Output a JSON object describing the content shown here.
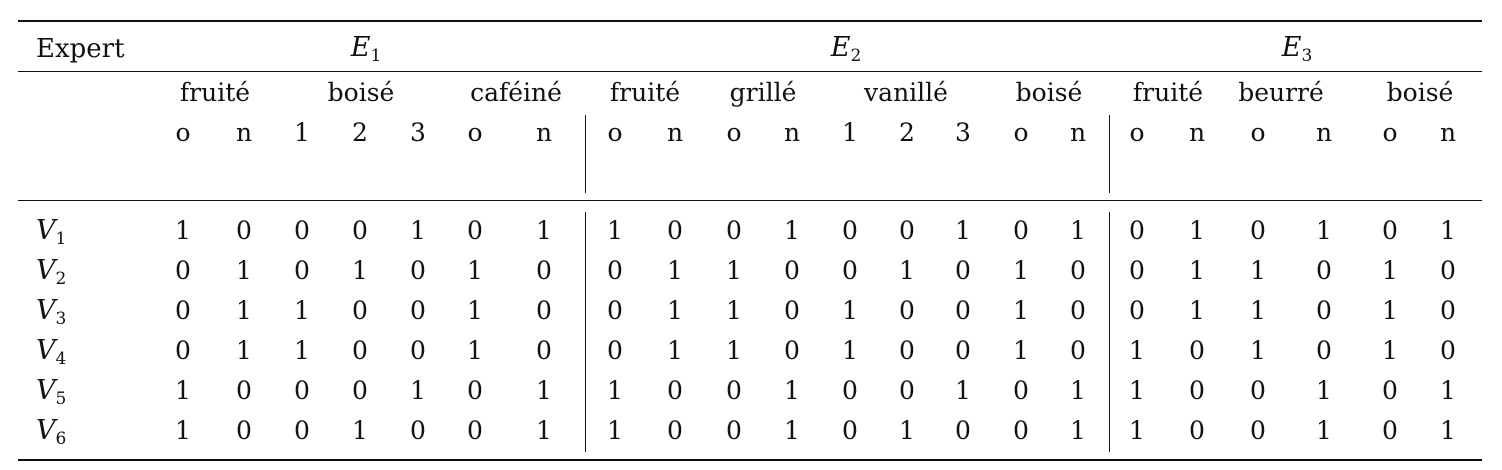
{
  "header": {
    "expert_label": "Expert",
    "experts": [
      {
        "name": "E",
        "sub": "1"
      },
      {
        "name": "E",
        "sub": "2"
      },
      {
        "name": "E",
        "sub": "3"
      }
    ],
    "attributes": [
      "fruité",
      "boisé",
      "caféiné",
      "fruité",
      "grillé",
      "vanillé",
      "boisé",
      "fruité",
      "beurré",
      "boisé"
    ],
    "levels": [
      "o",
      "n",
      "1",
      "2",
      "3",
      "o",
      "n",
      "o",
      "n",
      "o",
      "n",
      "1",
      "2",
      "3",
      "o",
      "n",
      "o",
      "n",
      "o",
      "n",
      "o",
      "n"
    ]
  },
  "rows": [
    {
      "name": "V",
      "sub": "1",
      "values": [
        "1",
        "0",
        "0",
        "0",
        "1",
        "0",
        "1",
        "1",
        "0",
        "0",
        "1",
        "0",
        "0",
        "1",
        "0",
        "1",
        "0",
        "1",
        "0",
        "1",
        "0",
        "1"
      ]
    },
    {
      "name": "V",
      "sub": "2",
      "values": [
        "0",
        "1",
        "0",
        "1",
        "0",
        "1",
        "0",
        "0",
        "1",
        "1",
        "0",
        "0",
        "1",
        "0",
        "1",
        "0",
        "0",
        "1",
        "1",
        "0",
        "1",
        "0"
      ]
    },
    {
      "name": "V",
      "sub": "3",
      "values": [
        "0",
        "1",
        "1",
        "0",
        "0",
        "1",
        "0",
        "0",
        "1",
        "1",
        "0",
        "1",
        "0",
        "0",
        "1",
        "0",
        "0",
        "1",
        "1",
        "0",
        "1",
        "0"
      ]
    },
    {
      "name": "V",
      "sub": "4",
      "values": [
        "0",
        "1",
        "1",
        "0",
        "0",
        "1",
        "0",
        "0",
        "1",
        "1",
        "0",
        "1",
        "0",
        "0",
        "1",
        "0",
        "1",
        "0",
        "1",
        "0",
        "1",
        "0"
      ]
    },
    {
      "name": "V",
      "sub": "5",
      "values": [
        "1",
        "0",
        "0",
        "0",
        "1",
        "0",
        "1",
        "1",
        "0",
        "0",
        "1",
        "0",
        "0",
        "1",
        "0",
        "1",
        "1",
        "0",
        "0",
        "1",
        "0",
        "1"
      ]
    },
    {
      "name": "V",
      "sub": "6",
      "values": [
        "1",
        "0",
        "0",
        "1",
        "0",
        "0",
        "1",
        "1",
        "0",
        "0",
        "1",
        "0",
        "1",
        "0",
        "0",
        "1",
        "1",
        "0",
        "0",
        "1",
        "0",
        "1"
      ]
    }
  ]
}
